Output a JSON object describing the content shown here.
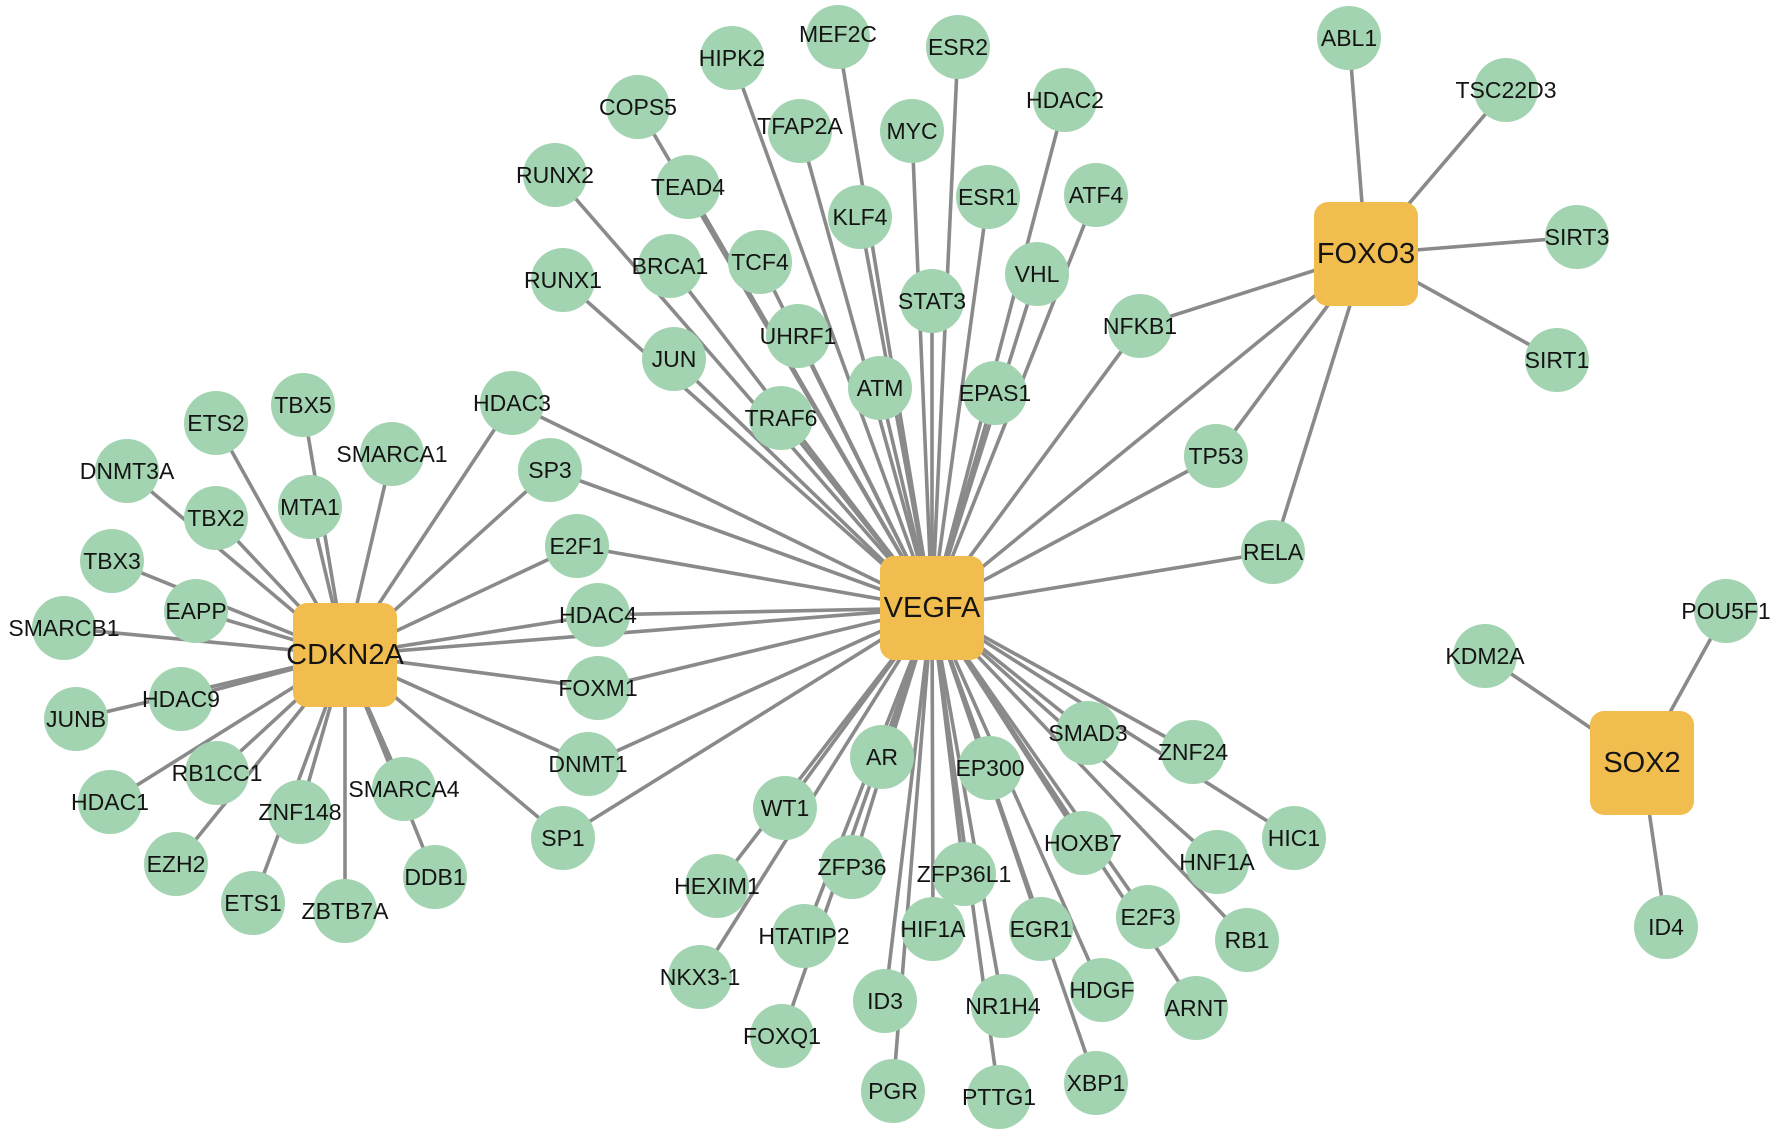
{
  "network": {
    "colors": {
      "edge": "#8a8a8a",
      "gene_node": "#a3d4b1",
      "hub_node": "#f2bd4f",
      "label": "#141414"
    },
    "hubs": [
      "VEGFA",
      "CDKN2A",
      "FOXO3",
      "SOX2"
    ],
    "edges": [
      [
        "VEGFA",
        "CDKN2A"
      ],
      [
        "VEGFA",
        "FOXO3"
      ],
      [
        "VEGFA",
        "HIPK2"
      ],
      [
        "VEGFA",
        "MEF2C"
      ],
      [
        "VEGFA",
        "ESR2"
      ],
      [
        "VEGFA",
        "COPS5"
      ],
      [
        "VEGFA",
        "TFAP2A"
      ],
      [
        "VEGFA",
        "MYC"
      ],
      [
        "VEGFA",
        "HDAC2"
      ],
      [
        "VEGFA",
        "RUNX2"
      ],
      [
        "VEGFA",
        "TEAD4"
      ],
      [
        "VEGFA",
        "KLF4"
      ],
      [
        "VEGFA",
        "ESR1"
      ],
      [
        "VEGFA",
        "ATF4"
      ],
      [
        "VEGFA",
        "RUNX1"
      ],
      [
        "VEGFA",
        "BRCA1"
      ],
      [
        "VEGFA",
        "TCF4"
      ],
      [
        "VEGFA",
        "STAT3"
      ],
      [
        "VEGFA",
        "VHL"
      ],
      [
        "VEGFA",
        "UHRF1"
      ],
      [
        "VEGFA",
        "JUN"
      ],
      [
        "VEGFA",
        "ATM"
      ],
      [
        "VEGFA",
        "EPAS1"
      ],
      [
        "VEGFA",
        "TRAF6"
      ],
      [
        "VEGFA",
        "NFKB1"
      ],
      [
        "VEGFA",
        "TP53"
      ],
      [
        "VEGFA",
        "RELA"
      ],
      [
        "VEGFA",
        "HDAC3"
      ],
      [
        "VEGFA",
        "SP3"
      ],
      [
        "VEGFA",
        "E2F1"
      ],
      [
        "VEGFA",
        "HDAC4"
      ],
      [
        "VEGFA",
        "FOXM1"
      ],
      [
        "VEGFA",
        "DNMT1"
      ],
      [
        "VEGFA",
        "SP1"
      ],
      [
        "VEGFA",
        "AR"
      ],
      [
        "VEGFA",
        "EP300"
      ],
      [
        "VEGFA",
        "SMAD3"
      ],
      [
        "VEGFA",
        "ZNF24"
      ],
      [
        "VEGFA",
        "HIC1"
      ],
      [
        "VEGFA",
        "WT1"
      ],
      [
        "VEGFA",
        "HNF1A"
      ],
      [
        "VEGFA",
        "HOXB7"
      ],
      [
        "VEGFA",
        "ZFP36"
      ],
      [
        "VEGFA",
        "ZFP36L1"
      ],
      [
        "VEGFA",
        "HEXIM1"
      ],
      [
        "VEGFA",
        "HIF1A"
      ],
      [
        "VEGFA",
        "EGR1"
      ],
      [
        "VEGFA",
        "E2F3"
      ],
      [
        "VEGFA",
        "RB1"
      ],
      [
        "VEGFA",
        "HTATIP2"
      ],
      [
        "VEGFA",
        "NKX3-1"
      ],
      [
        "VEGFA",
        "ID3"
      ],
      [
        "VEGFA",
        "NR1H4"
      ],
      [
        "VEGFA",
        "HDGF"
      ],
      [
        "VEGFA",
        "ARNT"
      ],
      [
        "VEGFA",
        "FOXQ1"
      ],
      [
        "VEGFA",
        "PGR"
      ],
      [
        "VEGFA",
        "PTTG1"
      ],
      [
        "VEGFA",
        "XBP1"
      ],
      [
        "CDKN2A",
        "HDAC3"
      ],
      [
        "CDKN2A",
        "SP3"
      ],
      [
        "CDKN2A",
        "E2F1"
      ],
      [
        "CDKN2A",
        "HDAC4"
      ],
      [
        "CDKN2A",
        "FOXM1"
      ],
      [
        "CDKN2A",
        "DNMT1"
      ],
      [
        "CDKN2A",
        "SP1"
      ],
      [
        "CDKN2A",
        "ETS2"
      ],
      [
        "CDKN2A",
        "TBX5"
      ],
      [
        "CDKN2A",
        "SMARCA1"
      ],
      [
        "CDKN2A",
        "DNMT3A"
      ],
      [
        "CDKN2A",
        "TBX2"
      ],
      [
        "CDKN2A",
        "MTA1"
      ],
      [
        "CDKN2A",
        "TBX3"
      ],
      [
        "CDKN2A",
        "EAPP"
      ],
      [
        "CDKN2A",
        "SMARCB1"
      ],
      [
        "CDKN2A",
        "JUNB"
      ],
      [
        "CDKN2A",
        "HDAC9"
      ],
      [
        "CDKN2A",
        "HDAC1"
      ],
      [
        "CDKN2A",
        "RB1CC1"
      ],
      [
        "CDKN2A",
        "EZH2"
      ],
      [
        "CDKN2A",
        "ZNF148"
      ],
      [
        "CDKN2A",
        "SMARCA4"
      ],
      [
        "CDKN2A",
        "ETS1"
      ],
      [
        "CDKN2A",
        "ZBTB7A"
      ],
      [
        "CDKN2A",
        "DDB1"
      ],
      [
        "FOXO3",
        "ABL1"
      ],
      [
        "FOXO3",
        "TSC22D3"
      ],
      [
        "FOXO3",
        "SIRT3"
      ],
      [
        "FOXO3",
        "SIRT1"
      ],
      [
        "FOXO3",
        "NFKB1"
      ],
      [
        "FOXO3",
        "TP53"
      ],
      [
        "FOXO3",
        "RELA"
      ],
      [
        "SOX2",
        "KDM2A"
      ],
      [
        "SOX2",
        "POU5F1"
      ],
      [
        "SOX2",
        "ID4"
      ]
    ]
  }
}
